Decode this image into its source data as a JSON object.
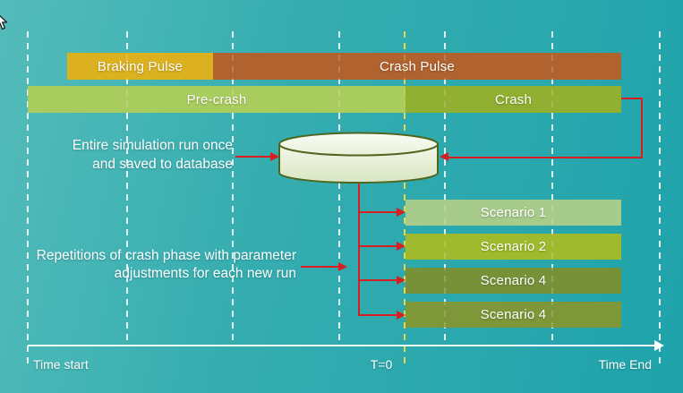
{
  "diagram": {
    "phase_bars": [
      {
        "label": "Braking Pulse",
        "color": "#dcb120"
      },
      {
        "label": "Crash Pulse",
        "color": "#b0622f"
      },
      {
        "label": "Pre-crash",
        "color": "#a9cc5f"
      },
      {
        "label": "Crash",
        "color": "#91af31"
      }
    ],
    "scenarios": [
      {
        "label": "Scenario 1",
        "color": "#a7cb8b"
      },
      {
        "label": "Scenario 2",
        "color": "#9fba2c"
      },
      {
        "label": "Scenario 4",
        "color": "#779138"
      },
      {
        "label": "Scenario 4",
        "color": "#7e9739"
      }
    ],
    "annotations": {
      "database_note": {
        "line1": "Entire simulation run once",
        "line2": "and saved to database"
      },
      "repetition_note": {
        "line1": "Repetitions of crash phase with parameter",
        "line2": "adjustments for each new run"
      }
    },
    "axis": {
      "start_label": "Time start",
      "zero_label": "T=0",
      "end_label": "Time End"
    },
    "colors": {
      "arrow_red": "#d81e1e",
      "t0_line_yellow": "#e8d44d",
      "background_left": "#54bcba",
      "background_right": "#1fa3ab",
      "gridline": "#ffffff",
      "cylinder_fill": "#edf3e0",
      "cylinder_stroke": "#4e661e"
    },
    "icons": {
      "database": "database-cylinder-icon",
      "cursor": "mouse-cursor-icon"
    }
  }
}
